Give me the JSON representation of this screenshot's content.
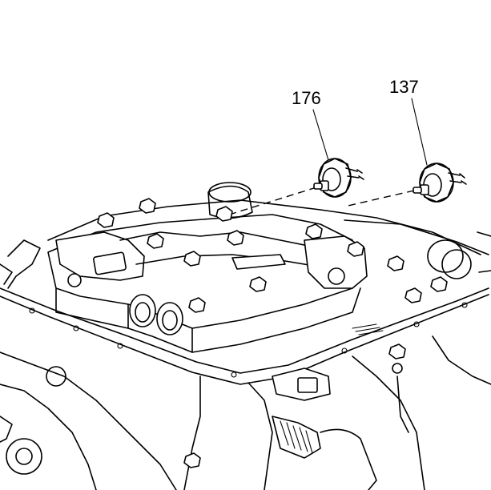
{
  "callouts": [
    {
      "id": "176",
      "label": "176"
    },
    {
      "id": "137",
      "label": "137"
    }
  ],
  "colors": {
    "line": "#000000",
    "background": "#ffffff"
  }
}
